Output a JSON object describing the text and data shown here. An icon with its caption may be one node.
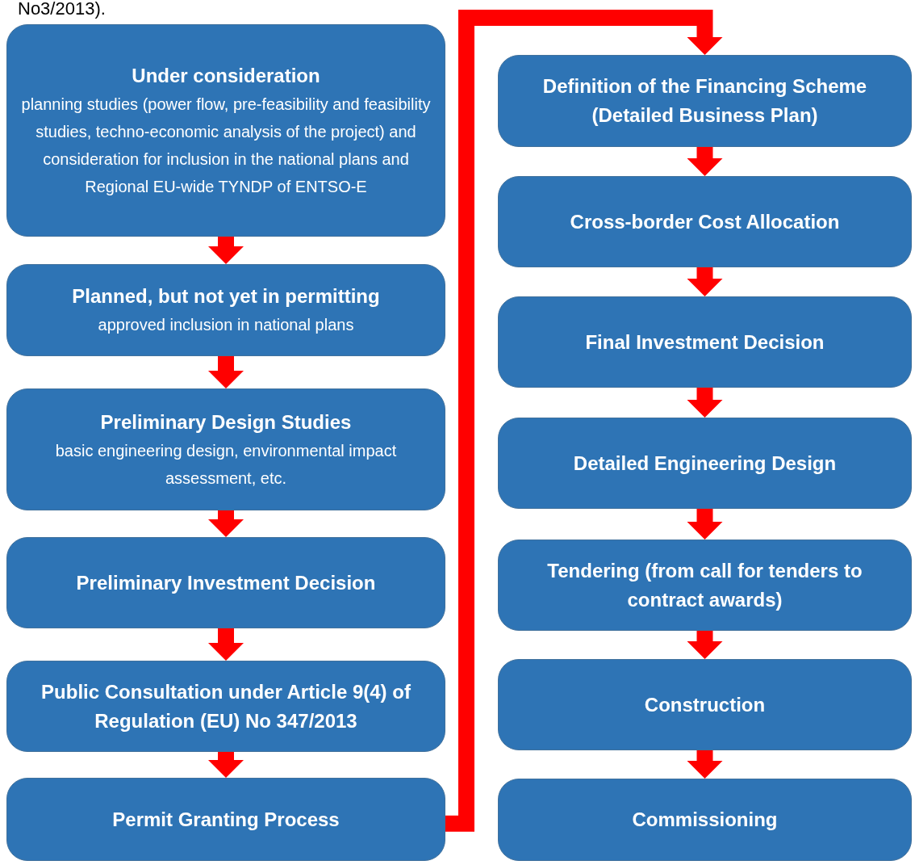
{
  "diagram": {
    "nodes": [
      {
        "text": [
          "Under consideration",
          "planning studies (power flow, pre-feasibility and feasibility studies, techno-economic analysis of the project) and consideration for inclusion in the national plans and Regional EU-wide TYNDP of ENTSO-E"
        ]
      },
      {
        "text": [
          "Planned, but not yet in permitting",
          "approved inclusion in national plans"
        ]
      },
      {
        "text": [
          "Preliminary Design Studies",
          "basic engineering design, environmental impact assessment, etc."
        ]
      },
      {
        "text": [
          "Preliminary Investment Decision"
        ]
      },
      {
        "text": [
          "Public Consultation under Article 9(4) of Regulation (EU) No 347/2013"
        ]
      },
      {
        "text": [
          "Permit Granting Process"
        ]
      },
      {
        "text": [
          "Definition of the Financing Scheme (Detailed Business Plan)"
        ]
      },
      {
        "text": [
          "Cross-border Cost Allocation"
        ]
      },
      {
        "text": [
          "Final Investment Decision"
        ]
      },
      {
        "text": [
          "Detailed Engineering Design"
        ]
      },
      {
        "text": [
          "Tendering (from call for tenders to contract awards)"
        ]
      },
      {
        "text": [
          "Construction"
        ]
      },
      {
        "text": [
          "Commissioning"
        ]
      }
    ],
    "edges": [
      {
        "from": 0,
        "to": 1,
        "arrow": "to"
      },
      {
        "from": 1,
        "to": 2,
        "arrow": "to"
      },
      {
        "from": 2,
        "to": 3,
        "arrow": "to"
      },
      {
        "from": 3,
        "to": 4,
        "arrow": "to"
      },
      {
        "from": 4,
        "to": 5,
        "arrow": "to"
      },
      {
        "from": 5,
        "to": 6,
        "arrow": "to"
      },
      {
        "from": 6,
        "to": 7,
        "arrow": "to"
      },
      {
        "from": 7,
        "to": 8,
        "arrow": "to"
      },
      {
        "from": 8,
        "to": 9,
        "arrow": "to"
      },
      {
        "from": 9,
        "to": 10,
        "arrow": "to"
      },
      {
        "from": 10,
        "to": 11,
        "arrow": "to"
      },
      {
        "from": 11,
        "to": 12,
        "arrow": "to"
      }
    ],
    "labels": [
      "No3/2013)."
    ]
  }
}
